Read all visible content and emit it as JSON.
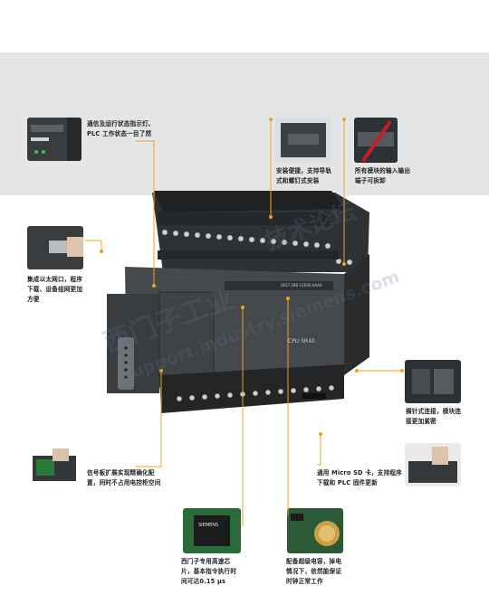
{
  "captions": {
    "led": [
      "通信及运行状态指示灯,",
      "PLC 工作状态一目了然"
    ],
    "install": [
      "安装便捷，支持导轨",
      "式和螺钉式安装"
    ],
    "terminals": [
      "所有模块的输入输出",
      "端子可拆卸"
    ],
    "ethernet": [
      "集成以太网口，程序",
      "下载、设备组网更加",
      "方便"
    ],
    "expansion": [
      "横针式连接，模块连",
      "接更加紧密"
    ],
    "signal_board": [
      "信号板扩展实现精确化配",
      "置，同时不占用电控柜空间"
    ],
    "sd_card": [
      "通用 Micro SD 卡，支持程序",
      "下载和 PLC 固件更新"
    ],
    "chip": [
      "西门子专用高速芯",
      "片，基本指令执行时",
      "间可达0.15 μs"
    ],
    "capacitor": [
      "配备超级电容，掉电",
      "情况下，依然能保证",
      "时钟正常工作"
    ]
  },
  "device_labels": {
    "model": "CPU SR40",
    "order_no": "6ES7 288-1SR40-0AA0",
    "chip_brand": "SIEMENS"
  },
  "watermarks": [
    "西门子工业",
    "support.industry.siemens.com",
    "技术论坛"
  ],
  "colors": {
    "accent": "#f4a11d",
    "band": "#e3e5e7",
    "device_dark": "#3a3d40"
  }
}
